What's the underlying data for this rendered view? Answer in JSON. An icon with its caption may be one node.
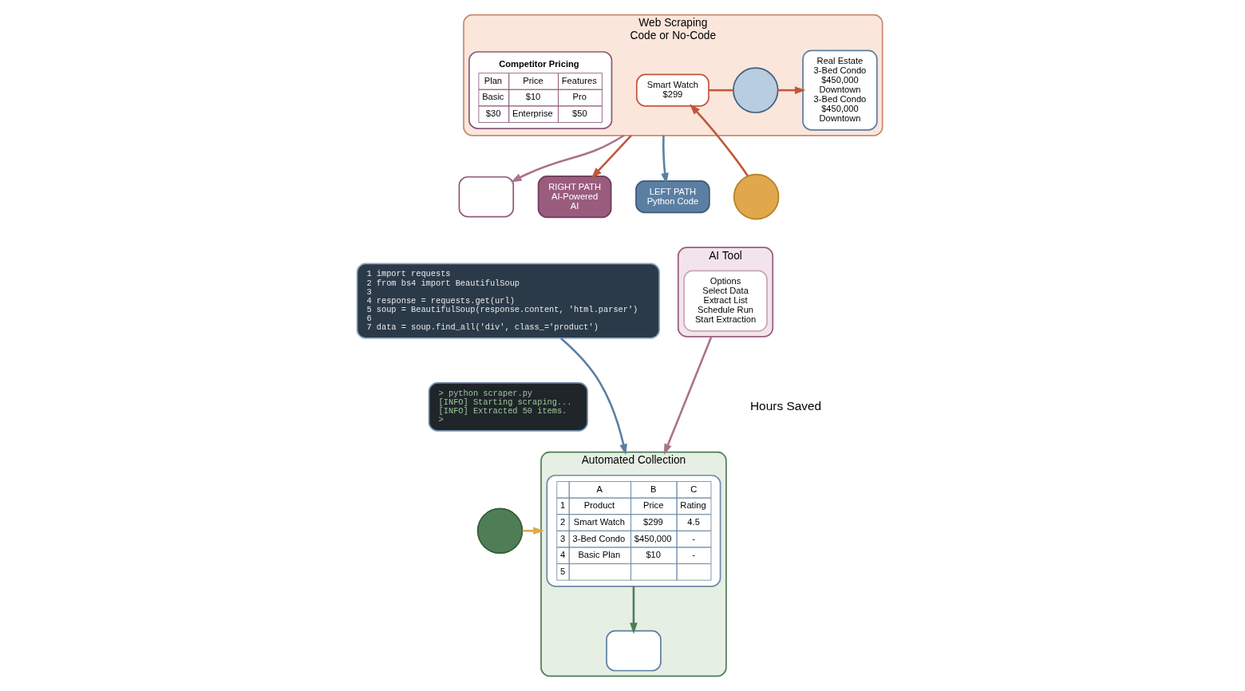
{
  "diagram": {
    "nodes": [
      {
        "text": [
          "Web Scraping",
          "Code or No-Code"
        ]
      },
      {
        "text": [
          "Smart Watch",
          "$299"
        ],
        "in": 0
      },
      {
        "text": [],
        "shape": "circle",
        "in": 0
      },
      {
        "text": [
          "Real Estate",
          "3-Bed Condo",
          "$450,000",
          "Downtown",
          "3-Bed Condo",
          "$450,000",
          "Downtown"
        ],
        "in": 0
      },
      {
        "text": [
          "Competitor Pricing",
          "Plan",
          "Price",
          "Features",
          "Basic",
          "$10",
          "Pro",
          "$30",
          "Enterprise",
          "$50"
        ],
        "in": 0
      },
      {
        "text": [
          "LEFT PATH",
          "Python Code"
        ]
      },
      {
        "text": [
          "1 import requests",
          "2 from bs4 import BeautifulSoup",
          "3",
          "4 response = requests.get(url)",
          "5 soup = BeautifulSoup(response.content, 'html.parser')",
          "6",
          "7 data = soup.find_all('div', class_='product')"
        ]
      },
      {
        "text": [
          "> python scraper.py",
          "[INFO] Starting scraping...",
          "[INFO] Extracted 50 items.",
          ">"
        ]
      },
      {
        "text": [
          "RIGHT PATH",
          "AI-Powered",
          "AI"
        ]
      },
      {
        "text": [
          "AI Tool"
        ]
      },
      {
        "text": [
          "Options",
          "Select Data",
          "Extract List",
          "Schedule Run",
          "Start Extraction"
        ],
        "in": 9
      },
      {
        "text": [],
        "shape": "box"
      },
      {
        "text": [
          "Automated Collection"
        ]
      },
      {
        "text": [
          "A",
          "B",
          "C",
          "1",
          "Product",
          "Price",
          "Rating",
          "2",
          "Smart Watch",
          "$299",
          "4.5",
          "3",
          "3-Bed Condo",
          "$450,000",
          "-",
          "4",
          "Basic Plan",
          "$10",
          "-",
          "5"
        ],
        "in": 12
      },
      {
        "text": [],
        "shape": "box",
        "in": 12
      },
      {
        "text": [
          "Hours Saved"
        ]
      },
      {
        "text": [],
        "shape": "circle"
      },
      {
        "text": [],
        "shape": "circle"
      }
    ],
    "edges": [
      {
        "from": 1,
        "to": 2,
        "arrow": "none",
        "color": "#c0583b"
      },
      {
        "from": 2,
        "to": 3,
        "arrow": "to",
        "color": "#c0583b"
      },
      {
        "from": 0,
        "to": 5,
        "arrow": "to",
        "color": "#5b7fa3"
      },
      {
        "from": 0,
        "to": 8,
        "arrow": "to",
        "color": "#c0583b"
      },
      {
        "from": 0,
        "to": 11,
        "arrow": "to",
        "color": "#a8738d"
      },
      {
        "from": 6,
        "to": 12,
        "arrow": "to",
        "color": "#5b7fa3"
      },
      {
        "from": 9,
        "to": 12,
        "arrow": "to",
        "color": "#a8738d"
      },
      {
        "from": 13,
        "to": 14,
        "arrow": "to",
        "color": "#4f7d55"
      },
      {
        "from": 16,
        "to": 1,
        "arrow": "to",
        "color": "#c0583b"
      },
      {
        "from": 17,
        "to": 12,
        "arrow": "to",
        "color": "#e0a84a"
      }
    ]
  }
}
